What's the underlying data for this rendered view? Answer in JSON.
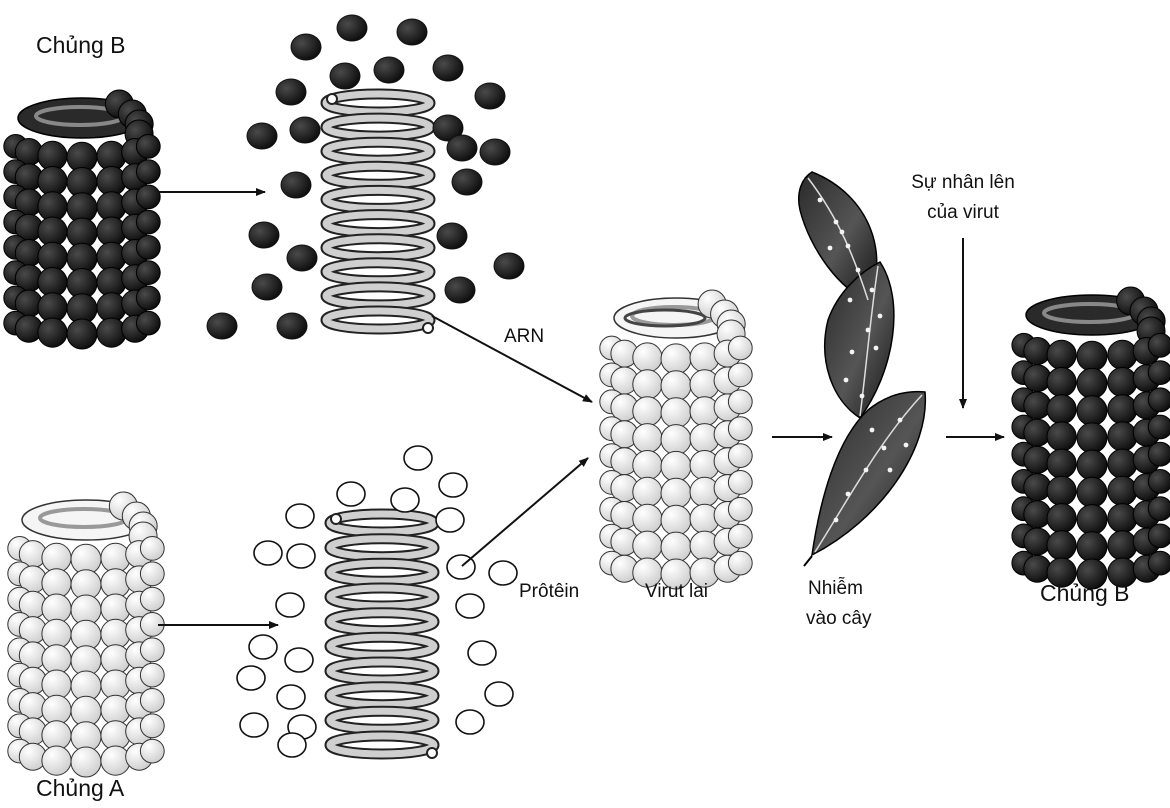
{
  "labels": {
    "strain_b_top": "Chủng B",
    "strain_a_bottom": "Chủng A",
    "rna": "ARN",
    "protein": "Prôtêin",
    "hybrid_virus": "Virut lai",
    "infect_line1": "Nhiễm",
    "infect_line2": "vào cây",
    "replication_line1": "Sự nhân lên",
    "replication_line2": "của virut",
    "strain_b_result": "Chủng B"
  },
  "colors": {
    "dark_capsomere": "#1e1e1e",
    "light_capsomere": "#eeeeee",
    "rna_helix": "#cfcfcf",
    "ink": "#111111"
  }
}
